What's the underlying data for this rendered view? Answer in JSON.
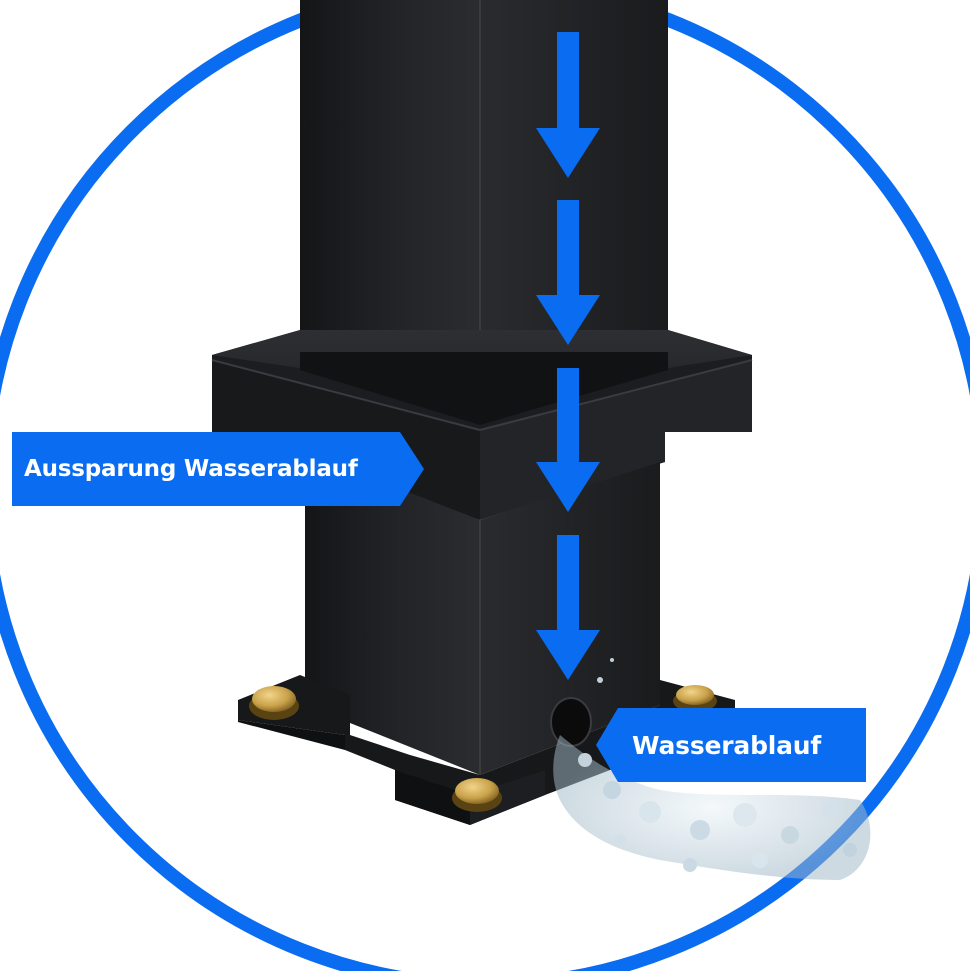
{
  "labels": {
    "recess": "Aussparung Wasserablauf",
    "drain": "Wasserablauf"
  },
  "colors": {
    "accent_blue": "#0a6cf0",
    "post_black": "#1b1c1e",
    "bolt_brass": "#c9a24a",
    "background": "#ffffff"
  },
  "icons": {
    "flow_arrows": "arrow-down-icon",
    "ring": "circle-frame"
  }
}
